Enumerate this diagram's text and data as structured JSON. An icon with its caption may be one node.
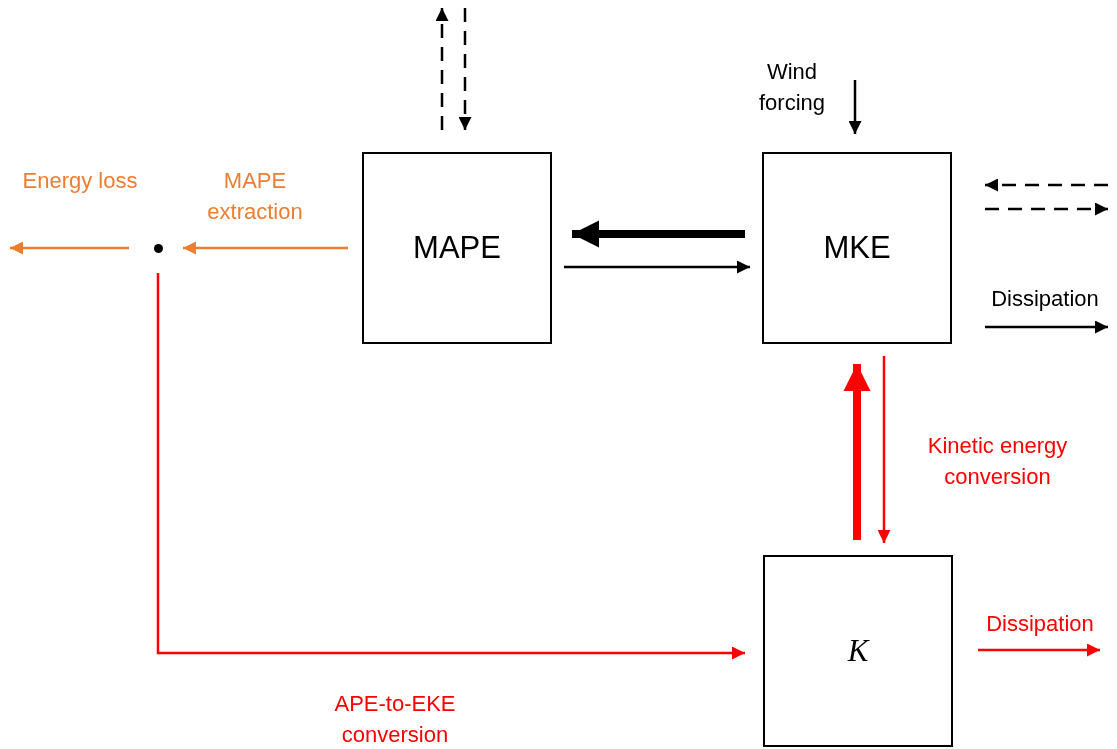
{
  "diagram": {
    "nodes": [
      {
        "text": [
          "MAPE"
        ]
      },
      {
        "text": [
          "MKE"
        ]
      },
      {
        "text": [
          "K"
        ]
      },
      {
        "text": [],
        "shape": "circle"
      }
    ],
    "edges": [
      {
        "from": 1,
        "to": 0,
        "arrow": "to",
        "style": "thick"
      },
      {
        "from": 0,
        "to": 1,
        "arrow": "to"
      },
      {
        "from": 0,
        "to": null,
        "arrow": "to",
        "style": "dashed"
      },
      {
        "from": null,
        "to": 0,
        "arrow": "to",
        "style": "dashed"
      },
      {
        "from": null,
        "to": 1,
        "arrow": "to",
        "label": "Wind forcing"
      },
      {
        "from": null,
        "to": 1,
        "arrow": "to",
        "style": "dashed"
      },
      {
        "from": 1,
        "to": null,
        "arrow": "to",
        "style": "dashed"
      },
      {
        "from": 1,
        "to": null,
        "arrow": "to",
        "label": "Dissipation"
      },
      {
        "from": 2,
        "to": 1,
        "arrow": "to",
        "style": "thick",
        "color": "#ff0000"
      },
      {
        "from": 1,
        "to": 2,
        "arrow": "to",
        "color": "#ff0000",
        "label": "Kinetic energy conversion"
      },
      {
        "from": 2,
        "to": null,
        "arrow": "to",
        "color": "#ff0000",
        "label": "Dissipation"
      },
      {
        "from": 0,
        "to": 3,
        "arrow": "to",
        "color": "#ed7d31",
        "label": "MAPE extraction"
      },
      {
        "from": 3,
        "to": null,
        "arrow": "to",
        "color": "#ed7d31",
        "label": "Energy loss"
      },
      {
        "from": 3,
        "to": 2,
        "arrow": "to",
        "color": "#ff0000",
        "label": "APE-to-EKE conversion"
      }
    ]
  }
}
